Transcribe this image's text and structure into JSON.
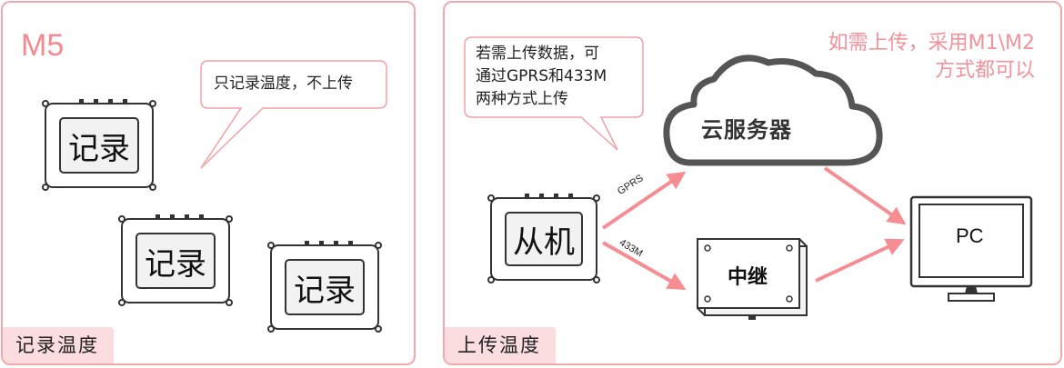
{
  "left_panel": {
    "title": "M5",
    "bubble": "只记录温度，不上传",
    "devices": [
      "记录",
      "记录",
      "记录"
    ],
    "tag": "记录温度"
  },
  "right_panel": {
    "bubble_lines": [
      "若需上传数据，可",
      "通过GPRS和433M",
      "两种方式上传"
    ],
    "note_lines": [
      "如需上传，采用M1\\M2",
      "方式都可以"
    ],
    "cloud": "云服务器",
    "slave": "从机",
    "relay": "中继",
    "pc": "PC",
    "link_gprs": "GPRS",
    "link_433m": "433M",
    "tag": "上传温度"
  },
  "colors": {
    "border": "#f0a8ad",
    "tag_bg": "#fbdcdf",
    "accent_text": "#f28a91",
    "arrow": "#f58d93",
    "cloud_stroke": "#555555"
  }
}
